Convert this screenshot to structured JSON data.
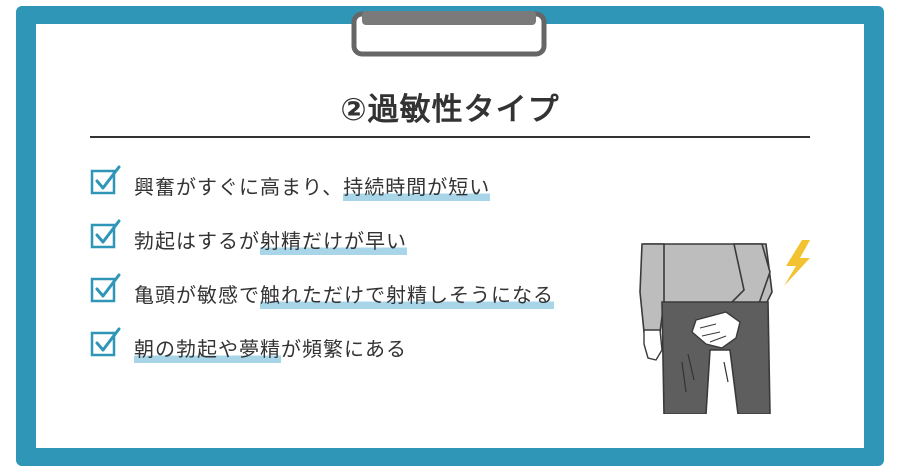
{
  "title": "②過敏性タイプ",
  "items": [
    {
      "pre": "興奮がすぐに高まり、",
      "hl": "持続時間が短い",
      "post": ""
    },
    {
      "pre": "勃起はするが",
      "hl": "射精だけが早い",
      "post": ""
    },
    {
      "pre": "亀頭が敏感で",
      "hl": "触れただけで射精しそうになる",
      "post": ""
    },
    {
      "pre": "",
      "hl": "朝の勃起や夢精",
      "post": "が頻繁にある"
    }
  ],
  "icons": {
    "check": "checkbox-checked-icon",
    "lightning": "lightning-bolt-icon",
    "clipboard": "clipboard-clip-icon"
  },
  "colors": {
    "frame": "#2f96b8",
    "highlight": "#a8d6e8",
    "text": "#333333",
    "bolt": "#f2c230"
  }
}
